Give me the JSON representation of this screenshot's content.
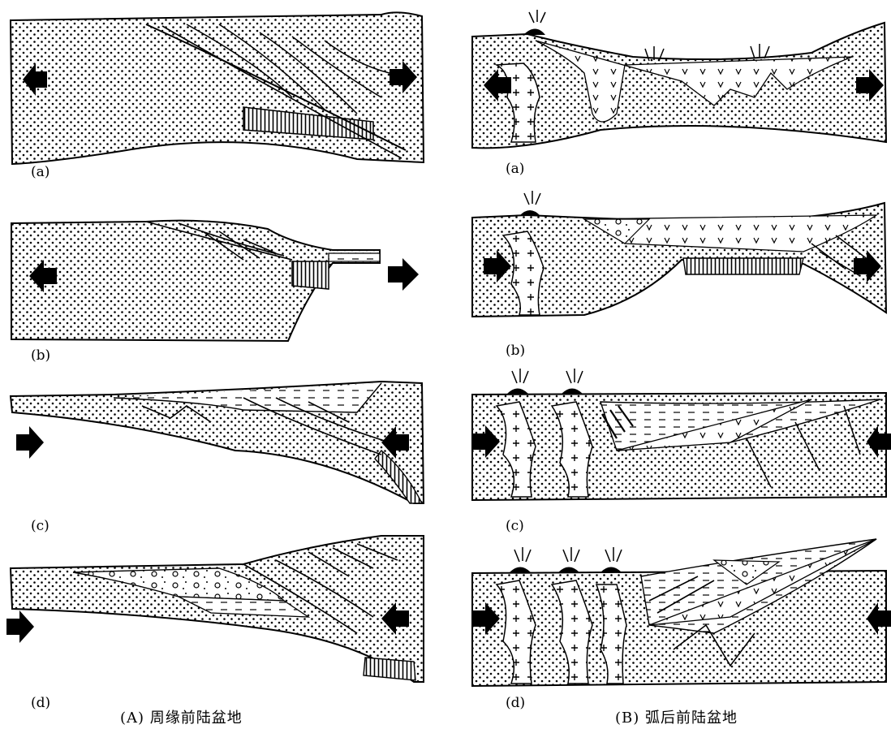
{
  "left_column": {
    "panel_labels": [
      "(a)",
      "(b)",
      "(c)",
      "(d)"
    ],
    "caption": "(A) 周缘前陆盆地"
  },
  "right_column": {
    "panel_labels": [
      "(a)",
      "(b)",
      "(c)",
      "(d)"
    ],
    "caption": "(B) 弧后前陆盆地"
  },
  "colors": {
    "ink": "#000000",
    "paper": "#ffffff"
  },
  "icons": [
    "extension-arrow-icon",
    "compression-arrow-icon",
    "volcano-icon",
    "granite-pluton-icon"
  ]
}
